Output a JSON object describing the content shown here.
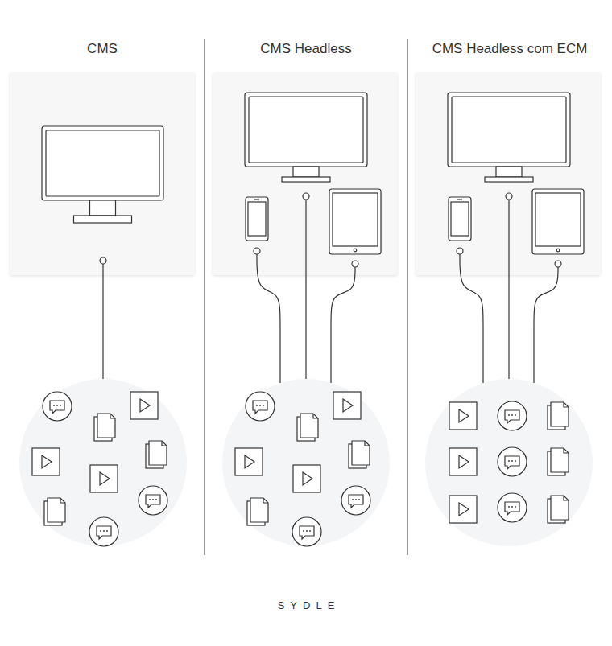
{
  "diagram": {
    "nodes": [
      {
        "text": [
          "CMS"
        ]
      },
      {
        "text": [
          "CMS Headless"
        ]
      },
      {
        "text": [
          "CMS Headless com ECM"
        ]
      }
    ],
    "labels": [
      "SYDLE"
    ]
  }
}
